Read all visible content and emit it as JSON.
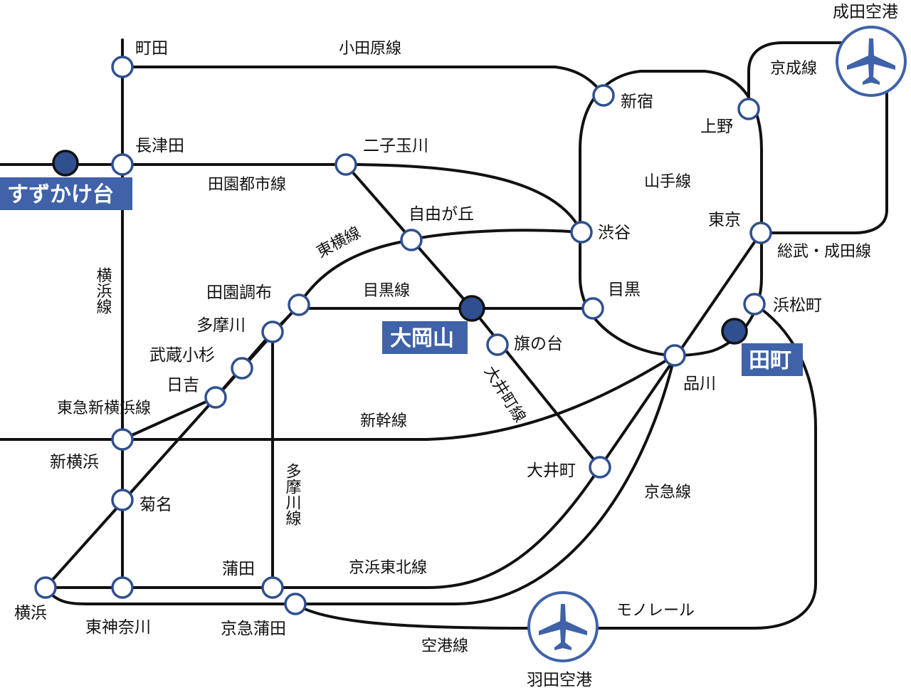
{
  "stations": {
    "machida": "町田",
    "nagatsuta": "長津田",
    "suzukakedai": "すずかけ台",
    "futakotamagawa": "二子玉川",
    "jiyugaoka": "自由が丘",
    "shibuya": "渋谷",
    "shinjuku": "新宿",
    "ueno": "上野",
    "tokyo": "東京",
    "hamamatsucho": "浜松町",
    "tamachi": "田町",
    "shinagawa": "品川",
    "meguro": "目黒",
    "ookayama": "大岡山",
    "hatanodai": "旗の台",
    "ooimachi": "大井町",
    "denenchofu": "田園調布",
    "tamagawa": "多摩川",
    "musashikosugi": "武蔵小杉",
    "hiyoshi": "日吉",
    "shinyokohama": "新横浜",
    "kikuna": "菊名",
    "yokohama": "横浜",
    "higashikanagawa": "東神奈川",
    "kamata": "蒲田",
    "keikyukamata": "京急蒲田",
    "narita": "成田空港",
    "haneda": "羽田空港"
  },
  "lines": {
    "odakyu": "小田原線",
    "keisei": "京成線",
    "denentoshi": "田園都市線",
    "yamanote": "山手線",
    "toyoko": "東横線",
    "sobu": "総武・成田線",
    "meguro": "目黒線",
    "yokohama": "横浜線",
    "tokyu_shinyokohama": "東急新横浜線",
    "shinkansen": "新幹線",
    "oimachi": "大井町線",
    "tamagawa": "多摩川線",
    "keikyu": "京急線",
    "keihintohoku": "京浜東北線",
    "monorail": "モノレール",
    "airport": "空港線"
  },
  "icons": {
    "airport": "airplane-icon"
  },
  "colors": {
    "accent": "#3f62a8",
    "line": "#111111",
    "station_stroke": "#2f4f8f"
  }
}
